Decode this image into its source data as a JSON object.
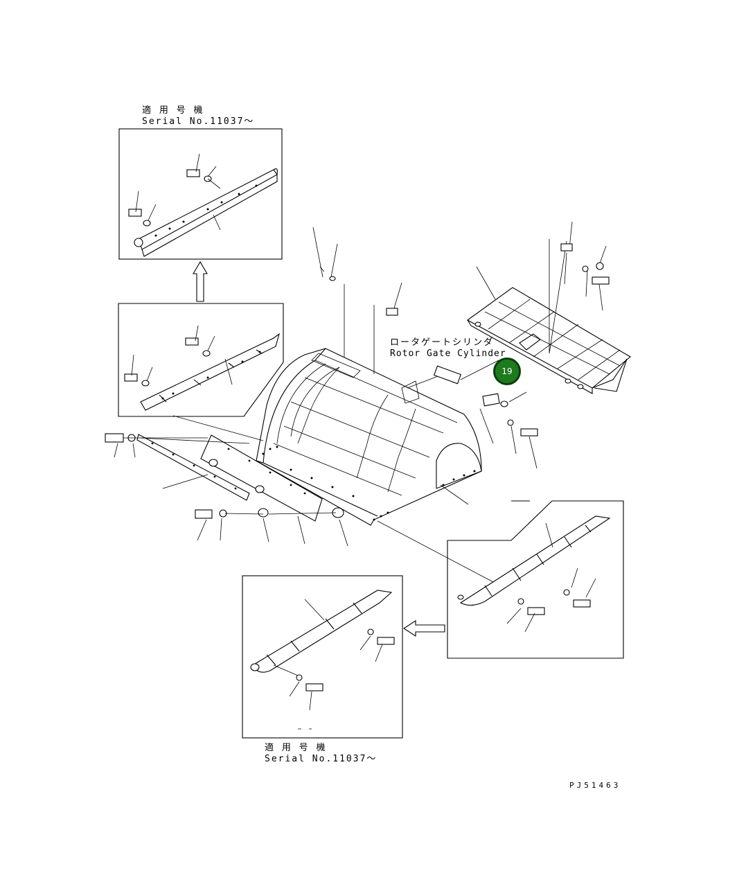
{
  "labels": {
    "applicable_serial_top_jp": "適 用 号 機",
    "applicable_serial_top_en": "Serial No.11037〜",
    "applicable_serial_bottom_jp": "適 用 号 機",
    "applicable_serial_bottom_en": "Serial No.11037〜",
    "rotor_gate_cylinder_jp": "ロータゲートシリンダ",
    "rotor_gate_cylinder_en": "Rotor Gate Cylinder",
    "drawing_number": "PJ51463"
  },
  "callouts": [
    {
      "number": "19",
      "color": "#1d7a1d"
    }
  ],
  "icons": [
    "arrow-up-icon",
    "arrow-left-icon"
  ]
}
